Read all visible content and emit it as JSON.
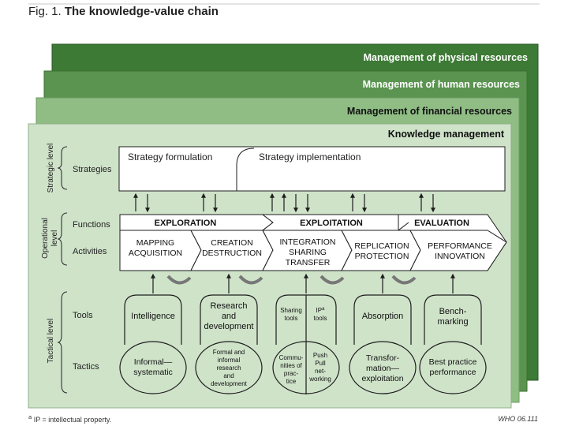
{
  "figure": {
    "label": "Fig. 1.",
    "title": "The knowledge-value chain",
    "footnote_mark": "a",
    "footnote": "IP = intellectual property.",
    "credit": "WHO 06.111"
  },
  "layers": {
    "physical": "Management of physical resources",
    "human": "Management of human resources",
    "financial": "Management of financial resources",
    "knowledge": "Knowledge management"
  },
  "levels": {
    "strategic": "Strategic level",
    "operational": [
      "Operational",
      "level"
    ],
    "tactical": "Tactical level"
  },
  "row_labels": {
    "strategies": "Strategies",
    "functions": "Functions",
    "activities": "Activities",
    "tools": "Tools",
    "tactics": "Tactics"
  },
  "strategies": {
    "formulation": "Strategy formulation",
    "implementation": "Strategy implementation"
  },
  "functions": {
    "exploration": "EXPLORATION",
    "exploitation": "EXPLOITATION",
    "evaluation": "EVALUATION"
  },
  "activities": [
    [
      "MAPPING",
      "ACQUISITION"
    ],
    [
      "CREATION",
      "DESTRUCTION"
    ],
    [
      "INTEGRATION",
      "SHARING",
      "TRANSFER"
    ],
    [
      "REPLICATION",
      "PROTECTION"
    ],
    [
      "PERFORMANCE",
      "INNOVATION"
    ]
  ],
  "tools": {
    "intelligence": "Intelligence",
    "research": [
      "Research",
      "and",
      "development"
    ],
    "sharing": [
      "Sharing",
      "tools"
    ],
    "ip": [
      "IP",
      "tools"
    ],
    "ip_mark": "a",
    "absorption": "Absorption",
    "benchmarking": [
      "Bench-",
      "marking"
    ]
  },
  "tactics": {
    "informal": [
      "Informal—",
      "systematic"
    ],
    "formal": [
      "Formal and",
      "informal",
      "research",
      "and",
      "development"
    ],
    "communities": [
      "Commu-",
      "nities of",
      "prac-",
      "tice"
    ],
    "push": [
      "Push",
      "Pull",
      "net-",
      "working"
    ],
    "transformation": [
      "Transfor-",
      "mation—",
      "exploitation"
    ],
    "best": [
      "Best practice",
      "performance"
    ]
  },
  "colors": {
    "layer_physical": "#3d7a35",
    "layer_human": "#5a9450",
    "layer_financial": "#8fbd84",
    "layer_knowledge": "#cfe3c9",
    "frame_line": "#1e1e1e"
  }
}
